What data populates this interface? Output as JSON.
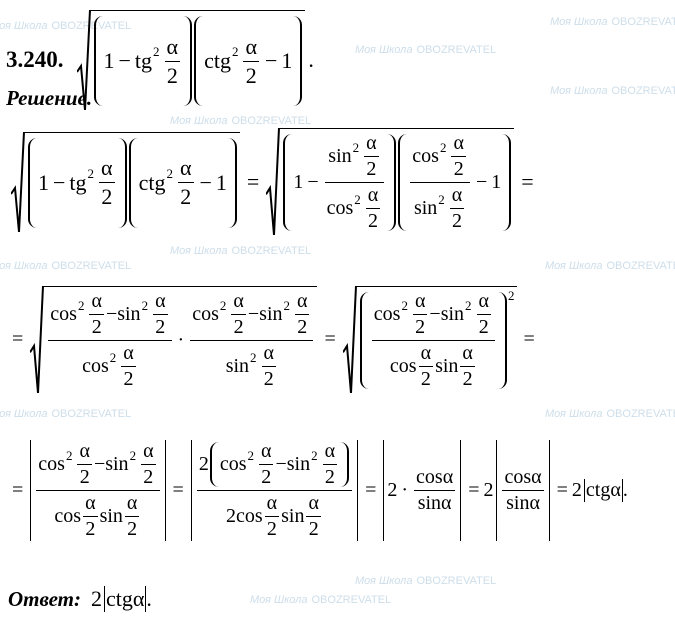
{
  "problem": {
    "number": "3.240."
  },
  "labels": {
    "solution": "Решение.",
    "answer": "Ответ:"
  },
  "t": {
    "a": "α",
    "two": "2",
    "one": "1",
    "minus": "−",
    "eq": "=",
    "tg": "tg",
    "ctg": "ctg",
    "sin": "sin",
    "cos": "cos",
    "sq": "2",
    "dot": "·",
    "period": "."
  },
  "watermark": {
    "brand": "Моя Школа",
    "partner": "OBOZREVATEL"
  }
}
